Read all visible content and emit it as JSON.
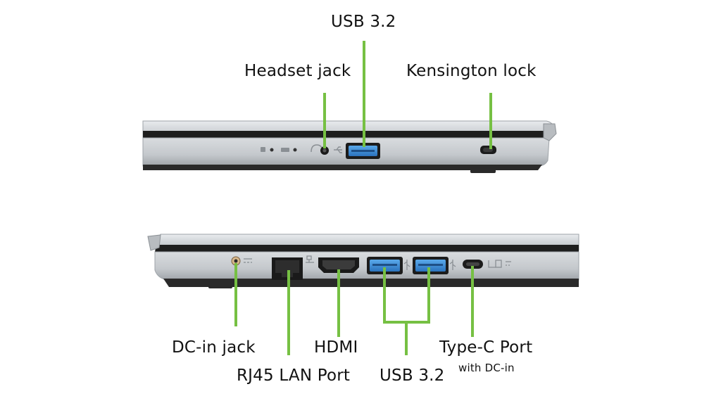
{
  "colors": {
    "leader": "#76c043",
    "usb_blue": "#3a8fd8",
    "chassis": "#c9cdd1",
    "chassis_dark": "#1c1c1c"
  },
  "top_view": {
    "labels": {
      "usb_top": "USB 3.2",
      "headset": "Headset jack",
      "kensington": "Kensington lock"
    }
  },
  "bottom_view": {
    "labels": {
      "dc_in": "DC-in jack",
      "rj45": "RJ45 LAN Port",
      "hdmi": "HDMI",
      "usb_bottom": "USB 3.2",
      "typec": "Type-C Port",
      "typec_sub": "with DC-in"
    }
  }
}
